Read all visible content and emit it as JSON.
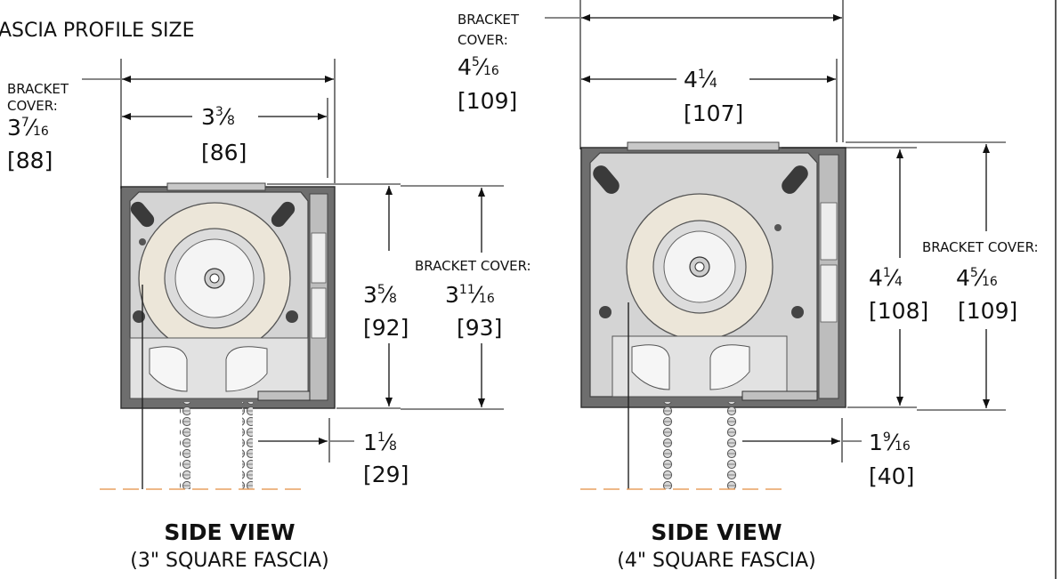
{
  "heading": "ASCIA PROFILE SIZE",
  "left": {
    "bracket_cover_width": {
      "l1": "BRACKET",
      "l2": "COVER:",
      "whole": "3",
      "num": "7",
      "den": "16",
      "mm": "[88]"
    },
    "width": {
      "whole": "3",
      "num": "3",
      "den": "8",
      "mm": "[86]"
    },
    "height": {
      "whole": "3",
      "num": "5",
      "den": "8",
      "mm": "[92]"
    },
    "bracket_cover_height": {
      "label": "BRACKET COVER:",
      "whole": "3",
      "num": "11",
      "den": "16",
      "mm": "[93]"
    },
    "projection": {
      "whole": "1",
      "num": "1",
      "den": "8",
      "mm": "[29]"
    },
    "title": "SIDE VIEW",
    "subtitle": "(3\" SQUARE FASCIA)"
  },
  "right": {
    "bracket_cover_width": {
      "l1": "BRACKET",
      "l2": "COVER:",
      "whole": "4",
      "num": "5",
      "den": "16",
      "mm": "[109]"
    },
    "width": {
      "whole": "4",
      "num": "1",
      "den": "4",
      "mm": "[107]"
    },
    "height": {
      "whole": "4",
      "num": "1",
      "den": "4",
      "mm": "[108]"
    },
    "bracket_cover_height": {
      "label": "BRACKET COVER:",
      "whole": "4",
      "num": "5",
      "den": "16",
      "mm": "[109]"
    },
    "projection": {
      "whole": "1",
      "num": "9",
      "den": "16",
      "mm": "[40]"
    },
    "title": "SIDE VIEW",
    "subtitle": "(4\" SQUARE FASCIA)"
  },
  "colors": {
    "housing": "#6e6e6e",
    "bracket": "#d4d4d4",
    "fabric": "#ece6d9",
    "ground": "#e8a060"
  }
}
